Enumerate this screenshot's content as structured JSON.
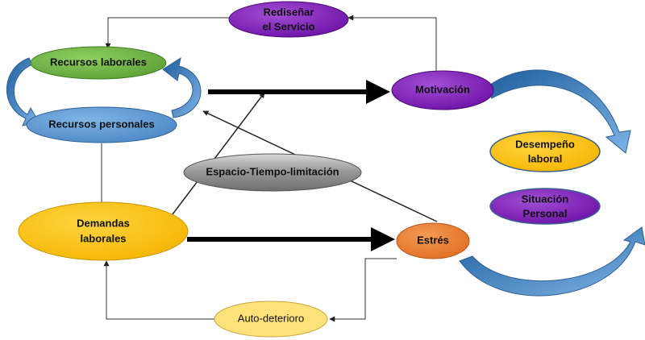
{
  "colors": {
    "purple": "#7b16b8",
    "green": "#6ab042",
    "blue": "#5b9bd5",
    "yellow": "#ffc000",
    "gray": "#8c8c8c",
    "orange": "#ed7d31",
    "pale_yellow": "#ffe27a",
    "arrow_blue": "#2e75b6",
    "outline": "#2f4f7f"
  },
  "nodes": {
    "redisenar": {
      "line1": "Rediseñar",
      "line2": "el Servicio"
    },
    "recursos_laborales": {
      "label": "Recursos laborales"
    },
    "recursos_personales": {
      "label": "Recursos personales"
    },
    "motivacion": {
      "label": "Motivación"
    },
    "espacio": {
      "label": "Espacio-Tiempo-limitación"
    },
    "demandas": {
      "line1": "Demandas",
      "line2": "laborales"
    },
    "estres": {
      "label": "Estrés"
    },
    "autodeterioro": {
      "label": "Auto-deterioro"
    },
    "desempeno": {
      "line1": "Desempeño",
      "line2": "laboral"
    },
    "situacion": {
      "line1": "Situación",
      "line2": "Personal"
    }
  }
}
